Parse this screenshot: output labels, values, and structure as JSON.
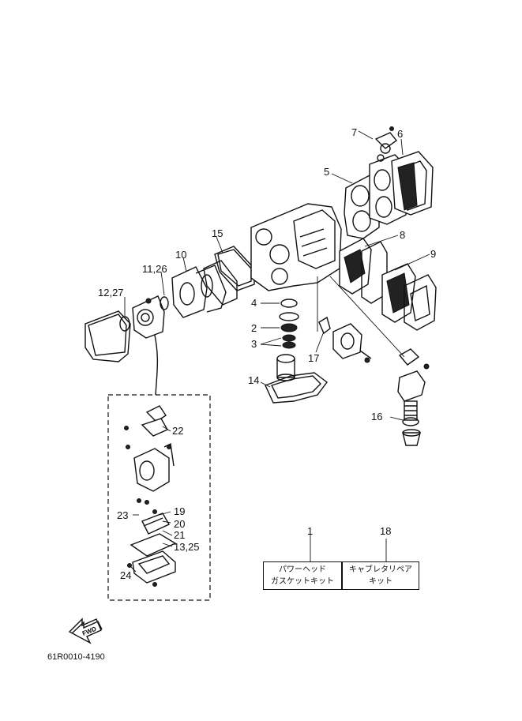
{
  "callouts": {
    "c1": "1",
    "c2": "2",
    "c3": "3",
    "c4": "4",
    "c5": "5",
    "c6": "6",
    "c7": "7",
    "c8": "8",
    "c9": "9",
    "c10": "10",
    "c11_26": "11,26",
    "c12_27": "12,27",
    "c13_25": "13,25",
    "c14": "14",
    "c15": "15",
    "c16": "16",
    "c17": "17",
    "c18": "18",
    "c19": "19",
    "c20": "20",
    "c21": "21",
    "c22": "22",
    "c23": "23",
    "c24": "24"
  },
  "kits": {
    "gasket_kit": {
      "line1": "パワーヘッド",
      "line2": "ガスケットキット"
    },
    "carb_kit": {
      "line1": "キャブレタリペア",
      "line2": "キット"
    }
  },
  "fwd_label": "FWD",
  "drawing_code": "61R0010-4190"
}
